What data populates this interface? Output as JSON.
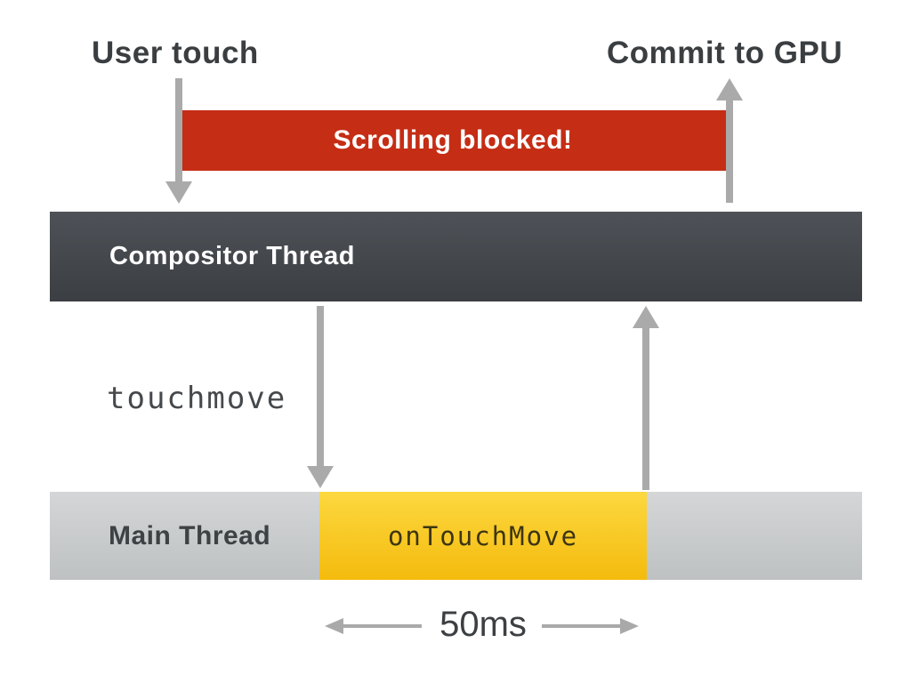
{
  "labels": {
    "user_touch": "User touch",
    "commit_to_gpu": "Commit to GPU",
    "touchmove": "touchmove",
    "duration": "50ms"
  },
  "bars": {
    "scrolling_blocked": {
      "label": "Scrolling blocked!",
      "color": "#c52d15",
      "text_color": "#ffffff"
    },
    "compositor": {
      "label": "Compositor Thread",
      "color_top": "#4e5258",
      "color_bottom": "#3b3f43",
      "text_color": "#ffffff"
    },
    "main": {
      "label": "Main Thread",
      "color_top": "#d4d6d7",
      "color_bottom": "#bec1c2",
      "text_color": "#3e4245"
    },
    "task": {
      "label": "onTouchMove",
      "color_top": "#fcd840",
      "color_bottom": "#f4bb0d",
      "text_color": "#3d3512"
    }
  },
  "arrows": {
    "color": "#abaaaa",
    "items": [
      "user-touch-arrow-down-icon",
      "commit-to-gpu-arrow-up-icon",
      "touchmove-arrow-down-icon",
      "main-to-compositor-arrow-up-icon",
      "duration-arrow-left-icon",
      "duration-arrow-right-icon"
    ]
  }
}
